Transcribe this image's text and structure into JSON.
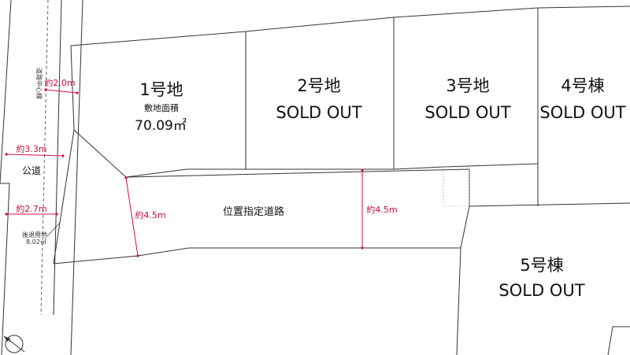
{
  "lots": [
    {
      "name": "1号地",
      "subtitle": "敷地面積",
      "area": "70.09㎡"
    },
    {
      "name": "2号地",
      "status": "SOLD OUT"
    },
    {
      "name": "3号地",
      "status": "SOLD OUT"
    },
    {
      "name": "4号棟",
      "status": "SOLD OUT"
    },
    {
      "name": "5号棟",
      "status": "SOLD OUT"
    }
  ],
  "road": {
    "label": "位置指定道路",
    "width_left": "約4.5m",
    "width_right": "約4.5m"
  },
  "public_road": {
    "label": "公道",
    "centerline_label": "道路中心線",
    "dim_to_center": "約2.0m",
    "dim_upper": "約3.3m",
    "dim_lower": "約2.7m",
    "setback_label": "後退用地",
    "setback_area": "8.02㎡"
  },
  "colors": {
    "dimension": "#d01040",
    "line": "#333333"
  },
  "icons": {
    "north_arrow": "north-arrow-icon"
  }
}
